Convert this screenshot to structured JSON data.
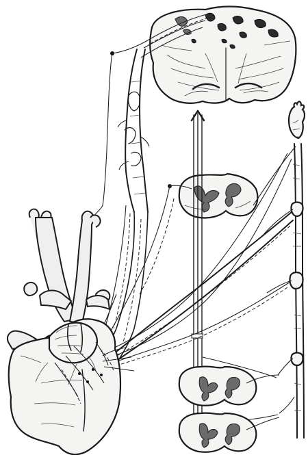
{
  "figure": {
    "structures": [
      "medulla-oblongata",
      "spinal-cord-section-upper",
      "spinal-cord-section-lower-1",
      "spinal-cord-section-lower-2",
      "vagus-nerve",
      "sympathetic-trunk",
      "heart",
      "aortic-arch"
    ],
    "colors": {
      "ink": "#1c1c1c",
      "gray_matter": "#6b6b6b",
      "background": "#ffffff"
    }
  }
}
